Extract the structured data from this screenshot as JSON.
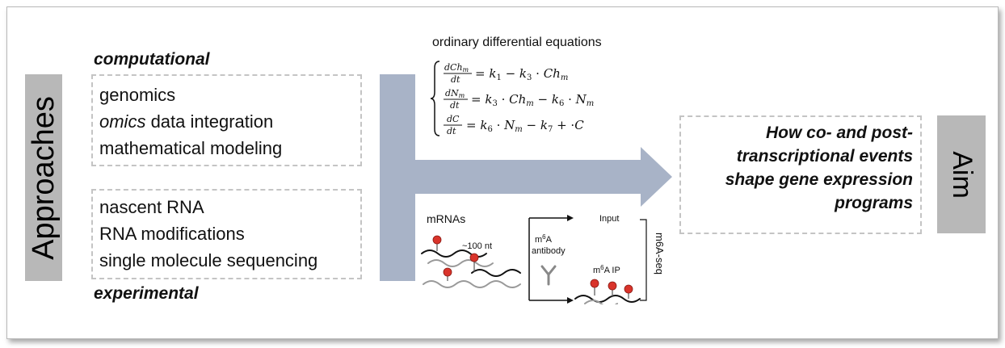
{
  "left_label": "Approaches",
  "right_label": "Aim",
  "computational": {
    "heading": "computational",
    "items": [
      {
        "italic_part": "",
        "text": "genomics"
      },
      {
        "italic_part": "omics",
        "text": " data integration"
      },
      {
        "italic_part": "",
        "text": "mathematical modeling"
      }
    ]
  },
  "experimental": {
    "heading": "experimental",
    "items": [
      "nascent RNA",
      "RNA modifications",
      "single molecule sequencing"
    ]
  },
  "ode": {
    "title": "ordinary differential equations"
  },
  "aim": {
    "lines": [
      "How co- and post-",
      "transcriptional events",
      "shape gene expression",
      "programs"
    ]
  },
  "figure": {
    "mrnas": "mRNAs",
    "length": "~100 nt",
    "antibody_sup": "6",
    "antibody_m": "m",
    "antibody_a": "A",
    "antibody_word": "antibody",
    "input": "Input",
    "ip_m": "m",
    "ip_sup": "6",
    "ip_rest": "A IP",
    "method": "m6A-seq"
  },
  "colors": {
    "arrow": "#a8b3c7",
    "side_bar": "#b8b8b8",
    "dash": "#c4c4c4",
    "marker": "#d9342b"
  }
}
